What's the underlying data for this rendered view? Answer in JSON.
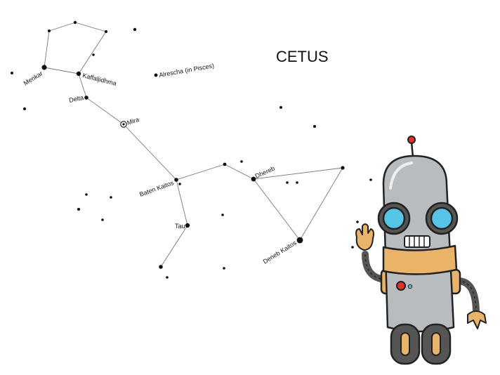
{
  "title": "CETUS",
  "stars": {
    "menkar": "Menkar",
    "kaffaljidhma": "Kaffaljidhma",
    "alrescha": "Alrescha (in Pisces)",
    "delta": "Delta",
    "mira": "Mira",
    "baten_kaitos": "Baten Kaitos",
    "dhereb": "Dhereb",
    "tau": "Tau",
    "deneb_kaitos": "Deneb Kaitos"
  },
  "colors": {
    "ink": "#111111",
    "line": "#777777",
    "robot_body": "#b9bcbf",
    "robot_trim": "#e9b36a",
    "robot_eye": "#56c4e6",
    "robot_antenna": "#e0322b",
    "robot_joint": "#555555"
  },
  "icons": {
    "mascot": "robot-waving-icon"
  }
}
